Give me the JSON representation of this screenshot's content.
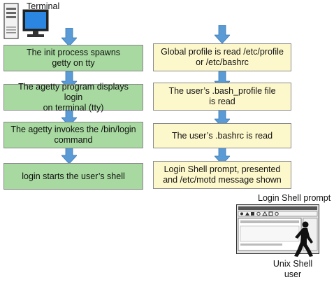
{
  "terminal_label": "Terminal",
  "left_steps": [
    "The init process spawns\ngetty on tty",
    "The agetty program displays login\non terminal (tty)",
    "The agetty invokes the /bin/login\ncommand",
    "login starts the user’s shell"
  ],
  "right_steps": [
    "Global profile is read /etc/profile\nor /etc/bashrc",
    "The user’s .bash_profile file\nis read",
    "The user’s .bashrc is read",
    "Login Shell prompt, presented\nand /etc/motd message shown"
  ],
  "login_prompt_label": "Login Shell prompt",
  "user_label": "Unix Shell\nuser",
  "colors": {
    "left_fill": "#a7d9a0",
    "right_fill": "#fdf8cc",
    "arrow": "#5b9bd5",
    "border": "#8a8a8a"
  },
  "icons": [
    "computer-terminal-icon",
    "shell-window-icon",
    "walking-user-icon",
    "down-arrow-icon"
  ]
}
